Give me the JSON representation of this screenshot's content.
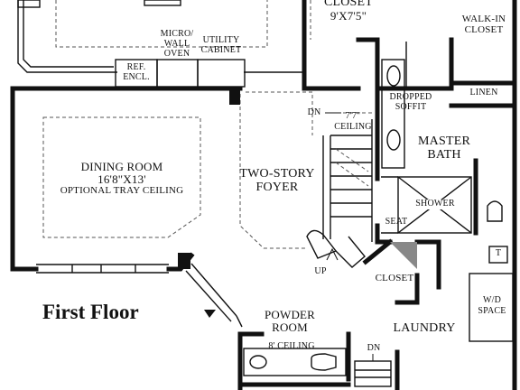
{
  "plan": {
    "title": "First Floor",
    "rooms": {
      "closet_top": {
        "name": "CLOSET",
        "size": "9'X7'5\""
      },
      "walk_in_closet": {
        "line1": "WALK-IN",
        "line2": "CLOSET"
      },
      "micro_wall_oven": {
        "line1": "MICRO/",
        "line2": "WALL",
        "line3": "OVEN"
      },
      "utility_cabinet": {
        "line1": "UTILITY",
        "line2": "CABINET"
      },
      "ref_encl": {
        "line1": "REF.",
        "line2": "ENCL."
      },
      "dropped_soffit": {
        "line1": "DROPPED",
        "line2": "SOFFIT"
      },
      "linen": {
        "name": "LINEN"
      },
      "dining_room": {
        "name": "DINING ROOM",
        "size": "16'8\"X13'",
        "note": "OPTIONAL TRAY CEILING"
      },
      "two_story_foyer": {
        "line1": "TWO-STORY",
        "line2": "FOYER"
      },
      "ceiling_height": {
        "line1": "7'7\"",
        "line2": "CEILING"
      },
      "master_bath": {
        "line1": "MASTER",
        "line2": "BATH"
      },
      "shower": {
        "name": "SHOWER"
      },
      "seat": {
        "name": "SEAT"
      },
      "closet_small": {
        "name": "CLOSET"
      },
      "wd_space": {
        "line1": "W/D",
        "line2": "SPACE"
      },
      "powder_room": {
        "line1": "POWDER",
        "line2": "ROOM"
      },
      "powder_ceiling": {
        "name": "8' CEILING"
      },
      "laundry": {
        "name": "LAUNDRY"
      }
    },
    "stairs": {
      "down_top": "DN",
      "up": "UP",
      "down_bottom": "DN"
    },
    "tag_t": "T"
  }
}
